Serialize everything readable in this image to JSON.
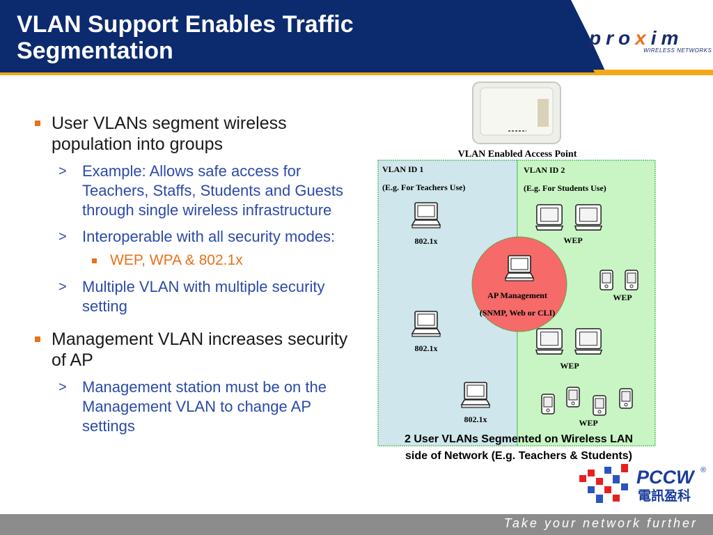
{
  "slide": {
    "title_line1": "VLAN Support Enables Traffic",
    "title_line2": "Segmentation"
  },
  "logos": {
    "proxim_main": "pro",
    "proxim_x": "x",
    "proxim_end": "im",
    "proxim_sub": "WIRELESS NETWORKS",
    "pccw_name": "PCCW",
    "pccw_registered": "®",
    "pccw_chinese": "電訊盈科"
  },
  "bullets": {
    "b1": "User VLANs segment wireless population into groups",
    "b1_sub1": "Example:  Allows safe access for Teachers, Staffs, Students and Guests  through single wireless infrastructure",
    "b1_sub2": "Interoperable with all security modes:",
    "b1_sub2_sub1": "WEP, WPA & 802.1x",
    "b1_sub3": "Multiple VLAN with multiple security setting",
    "b2": "Management VLAN increases security of AP",
    "b2_sub1": "Management station must be on the Management VLAN to change AP settings",
    "sub_marker": ">"
  },
  "diagram": {
    "ap_label": "VLAN Enabled Access Point",
    "vlan1_title": "VLAN ID 1",
    "vlan1_sub": "(E.g. For Teachers Use)",
    "vlan2_title": "VLAN ID 2",
    "vlan2_sub": "(E.g. For Students Use)",
    "mgmt_label": "AP Management",
    "mgmt_sub": "(SNMP, Web or CLI)",
    "label_8021x": "802.1x",
    "label_wep": "WEP",
    "caption_line1": "2 User VLANs Segmented on Wireless LAN",
    "caption_line2": "side of Network (E.g. Teachers & Students)",
    "colors": {
      "vlan1_fill": "#cfe6ec",
      "vlan2_fill": "#c9f5c4",
      "mgmt_fill": "#f66a6a",
      "border": "#1faa2a"
    }
  },
  "footer": {
    "tagline": "Take your network further"
  },
  "theme": {
    "navy": "#0c2a6e",
    "orange": "#f6a818",
    "accent": "#e8711c",
    "blue_text": "#2b4aa8"
  }
}
